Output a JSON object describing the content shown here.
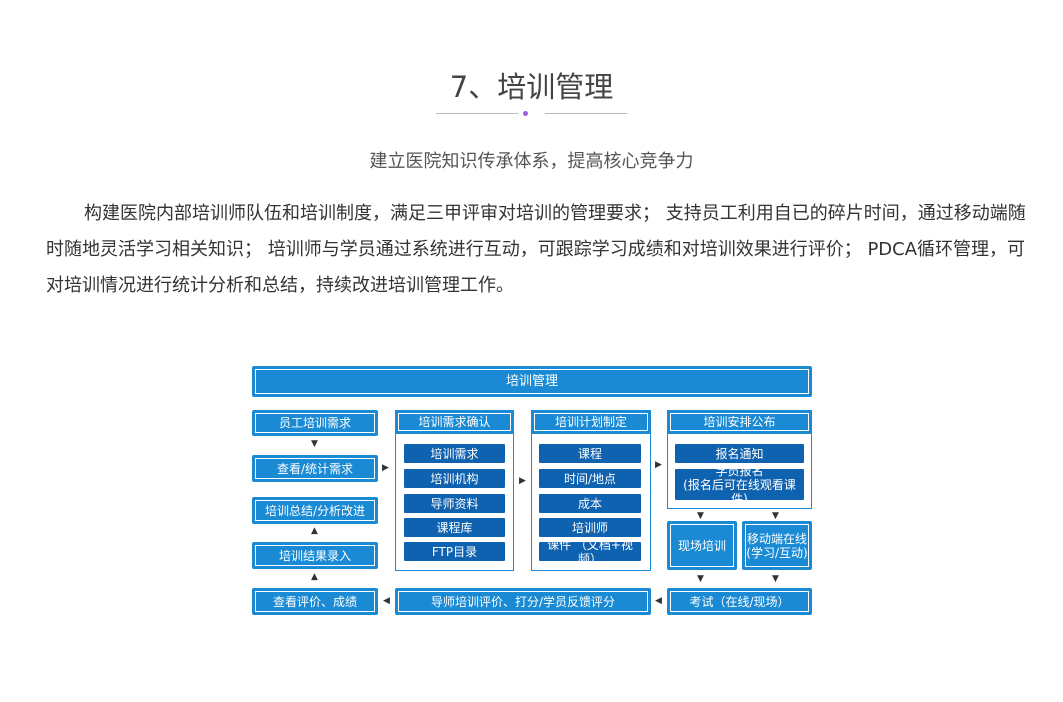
{
  "title": "7、培训管理",
  "subtitle": "建立医院知识传承体系，提高核心竞争力",
  "paragraph": "构建医院内部培训师队伍和培训制度，满足三甲评审对培训的管理要求； 支持员工利用自已的碎片时间，通过移动端随时随地灵活学习相关知识； 培训师与学员通过系统进行互动，可跟踪学习成绩和对培训效果进行评价； PDCA循环管理，可对培训情况进行统计分析和总结，持续改进培训管理工作。",
  "colors": {
    "box": "#1a8ad4",
    "item": "#0f62b0",
    "accent_dot": "#a45be6"
  },
  "diagram": {
    "main_title": "培训管理",
    "left": [
      "员工培训需求",
      "查看/统计需求",
      "培训总结/分析改进",
      "培训结果录入",
      "查看评价、成绩"
    ],
    "confirm": {
      "header": "培训需求确认",
      "items": [
        "培训需求",
        "培训机构",
        "导师资料",
        "课程库",
        "FTP目录"
      ]
    },
    "plan": {
      "header": "培训计划制定",
      "items": [
        "课程",
        "时间/地点",
        "成本",
        "培训师",
        "课件 （文档+视频）"
      ]
    },
    "publish": {
      "header": "培训安排公布",
      "items": [
        "报名通知",
        "学员报名\n(报名后可在线观看课件)"
      ]
    },
    "onsite": "现场培训",
    "mobile": "移动端在线\n(学习/互动)",
    "exam": "考试（在线/现场）",
    "feedback": "导师培训评价、打分/学员反馈评分"
  }
}
